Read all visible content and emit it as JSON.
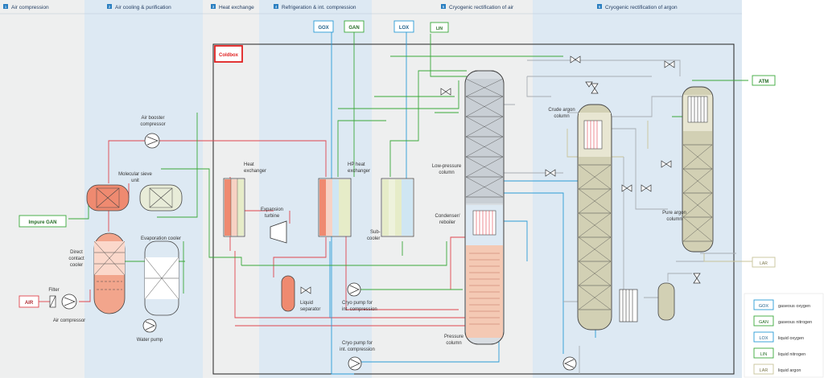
{
  "sections": [
    {
      "num": "1",
      "label": "Air compression"
    },
    {
      "num": "2",
      "label": "Air cooling & purification"
    },
    {
      "num": "3",
      "label": "Heat exchange"
    },
    {
      "num": "4",
      "label": "Refrigeration & int. compression"
    },
    {
      "num": "5",
      "label": "Cryogenic rectification of air"
    },
    {
      "num": "6",
      "label": "Cryogenic rectification of argon"
    }
  ],
  "coldbox": "Coldbox",
  "streams": {
    "gox": "GOX",
    "gan": "GAN",
    "lox": "LOX",
    "lin": "LIN",
    "atm": "ATM",
    "air": "AIR",
    "impure_gan": "Impure GAN",
    "lar": "LAR"
  },
  "labels": {
    "air_booster_1": "Air booster",
    "air_booster_2": "compressor",
    "mol_sieve_1": "Molecular sieve",
    "mol_sieve_2": "unit",
    "direct_1": "Direct",
    "direct_2": "contact",
    "direct_3": "cooler",
    "evap_cooler": "Evaporation cooler",
    "filter": "Filter",
    "air_compressor": "Air compressor",
    "water_pump": "Water pump",
    "heat_ex_1": "Heat",
    "heat_ex_2": "exchanger",
    "exp_1": "Expansion",
    "exp_2": "turbine",
    "hp_1": "HP heat",
    "hp_2": "exchanger",
    "sub_1": "Sub-",
    "sub_2": "cooler",
    "liq_sep_1": "Liquid",
    "liq_sep_2": "separator",
    "cryo1_1": "Cryo pump for",
    "cryo1_2": "int. compression",
    "cryo2_1": "Cryo pump for",
    "cryo2_2": "int. compression",
    "lpc_1": "Low-pressure",
    "lpc_2": "column",
    "cond_1": "Condenser/",
    "cond_2": "reboiler",
    "hpc_1": "Pressure",
    "hpc_2": "column",
    "crude_1": "Crude argon",
    "crude_2": "column",
    "pure_1": "Pure argon",
    "pure_2": "column"
  },
  "legend": [
    {
      "code": "GOX",
      "text": "gaseous oxygen",
      "color": "#2a9bd6"
    },
    {
      "code": "GAN",
      "text": "gaseous nitrogen",
      "color": "#3aa83a"
    },
    {
      "code": "LOX",
      "text": "liquid oxygen",
      "color": "#2a9bd6"
    },
    {
      "code": "LIN",
      "text": "liquid nitrogen",
      "color": "#3aa83a"
    },
    {
      "code": "LAR",
      "text": "liquid argon",
      "color": "#c8c49a"
    }
  ],
  "colors": {
    "air": "#e0454d",
    "oxygen": "#2a9bd6",
    "nitrogen": "#3aa83a",
    "argon": "#c8c49a",
    "gray": "#a8adb3",
    "coldbox": "#e02020"
  }
}
